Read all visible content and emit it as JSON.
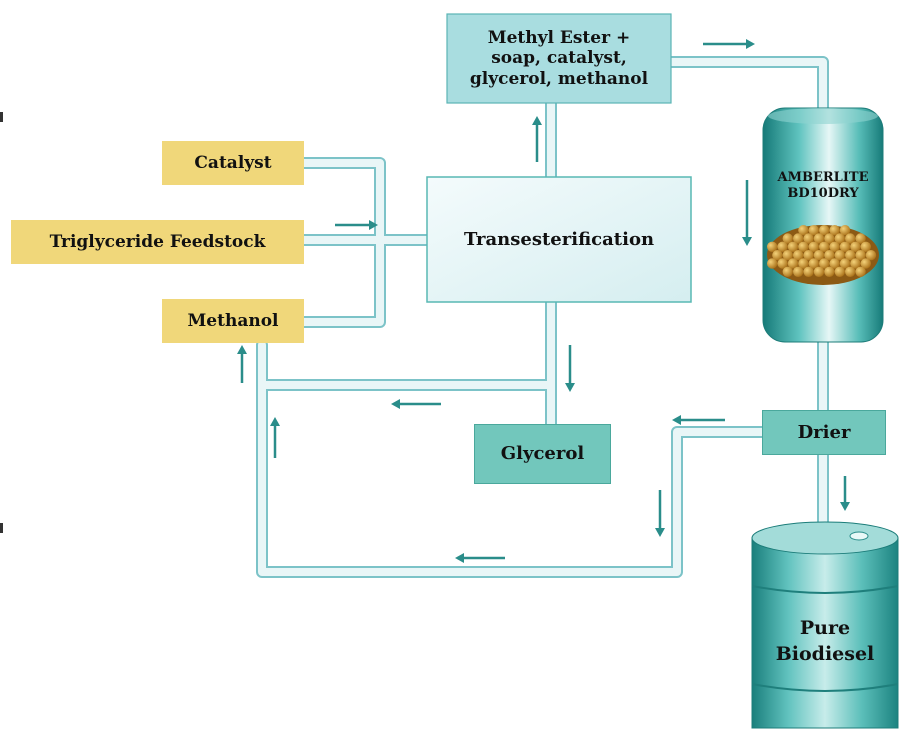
{
  "colors": {
    "feed_box": "#f0d77a",
    "product_box": "#72c7bc",
    "vessel_fill": "#e4f4f5",
    "vessel_border": "#4fb5b2",
    "pipe": "#a7d9dc",
    "arrow": "#2a8d8a",
    "resin_beads": "#c8902c",
    "column_body": "#3aa5a0",
    "drum_body": "#49b1ad"
  },
  "nodes": {
    "catalyst": "Catalyst",
    "feedstock": "Triglyceride Feedstock",
    "methanol": "Methanol",
    "transesterification": "Transesterification",
    "products": [
      "Methyl Ester +",
      "soap, catalyst,",
      "glycerol, methanol"
    ],
    "column": [
      "AMBERLITE",
      "BD10DRY"
    ],
    "glycerol": "Glycerol",
    "drier": "Drier",
    "biodiesel": [
      "Pure",
      "Biodiesel"
    ]
  },
  "icons": {
    "flow_arrow": "arrow-icon",
    "resin_bed": "resin-bead-icon",
    "vessel": "ion-exchange-column-icon",
    "drum": "drum-icon"
  }
}
